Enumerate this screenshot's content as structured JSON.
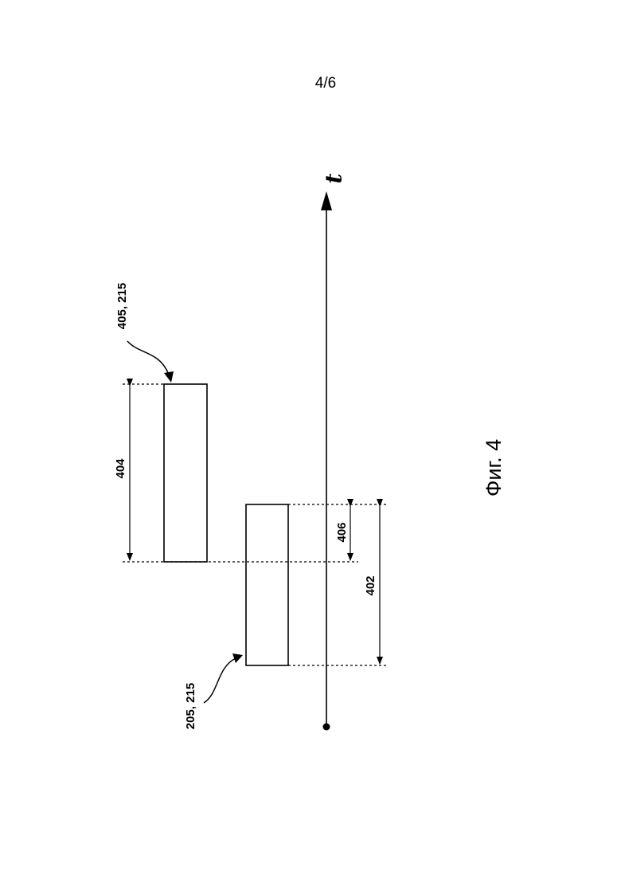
{
  "page_number": "4/6",
  "figure_caption": "Фиг. 4",
  "axis_label": "t",
  "labels": {
    "block_upper": "405, 215",
    "block_lower": "205, 215",
    "dim_404": "404",
    "dim_406": "406",
    "dim_402": "402"
  }
}
